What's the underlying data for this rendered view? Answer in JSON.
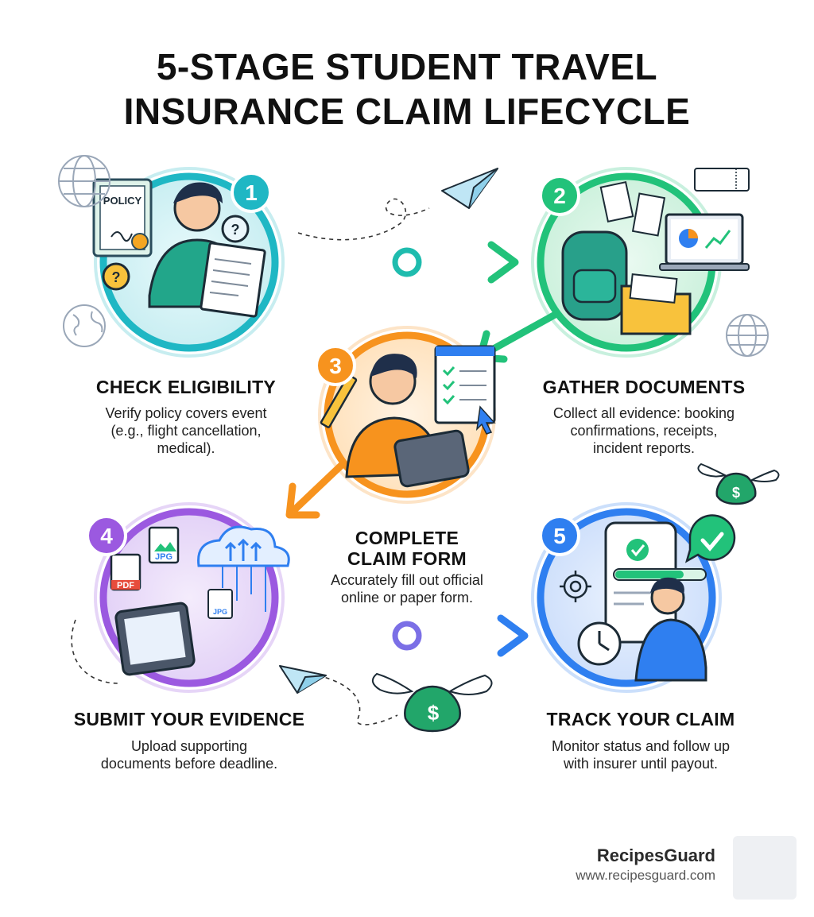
{
  "title": {
    "line1": "5-STAGE STUDENT TRAVEL",
    "line2": "INSURANCE CLAIM LIFECYCLE"
  },
  "stages": [
    {
      "number": "1",
      "heading": "CHECK ELIGIBILITY",
      "desc": [
        "Verify policy covers event",
        "(e.g., flight cancellation,",
        "medical)."
      ],
      "color": "#1fb7c4",
      "icon": "policy-document-icon",
      "badge": "POLICY"
    },
    {
      "number": "2",
      "heading": "GATHER DOCUMENTS",
      "desc": [
        "Collect all evidence: booking",
        "confirmations, receipts,",
        "incident reports."
      ],
      "color": "#22c27a",
      "icon": "backpack-documents-icon"
    },
    {
      "number": "3",
      "heading": "COMPLETE CLAIM FORM",
      "heading_lines": [
        "COMPLETE",
        "CLAIM FORM"
      ],
      "desc": [
        "Accurately fill out official",
        "online or paper form."
      ],
      "color": "#f7931e",
      "icon": "tablet-form-icon"
    },
    {
      "number": "4",
      "heading": "SUBMIT YOUR EVIDENCE",
      "desc": [
        "Upload supporting",
        "documents before deadline."
      ],
      "color": "#9b59e0",
      "icon": "cloud-upload-icon",
      "file_labels": [
        "JPG",
        "PDF",
        "JPG"
      ]
    },
    {
      "number": "5",
      "heading": "TRACK YOUR CLAIM",
      "desc": [
        "Monitor status and follow up",
        "with insurer until payout."
      ],
      "color": "#2f7ff0",
      "icon": "phone-tracking-icon"
    }
  ],
  "brand": {
    "name": "RecipesGuard",
    "url": "www.recipesguard.com"
  },
  "icons": [
    "globe-icon",
    "paper-plane-icon",
    "money-bag-icon",
    "checkmark-icon",
    "clock-icon"
  ]
}
